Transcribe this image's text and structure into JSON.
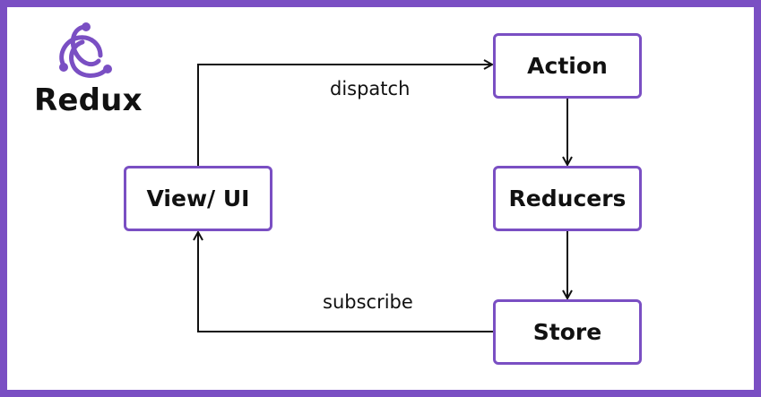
{
  "brand": {
    "name": "Redux",
    "color": "#7a4fc3"
  },
  "nodes": {
    "view": "View/ UI",
    "action": "Action",
    "reducers": "Reducers",
    "store": "Store"
  },
  "edges": {
    "dispatch": "dispatch",
    "subscribe": "subscribe"
  },
  "colors": {
    "accent": "#7a4fc3",
    "text": "#111111",
    "background": "#ffffff"
  }
}
